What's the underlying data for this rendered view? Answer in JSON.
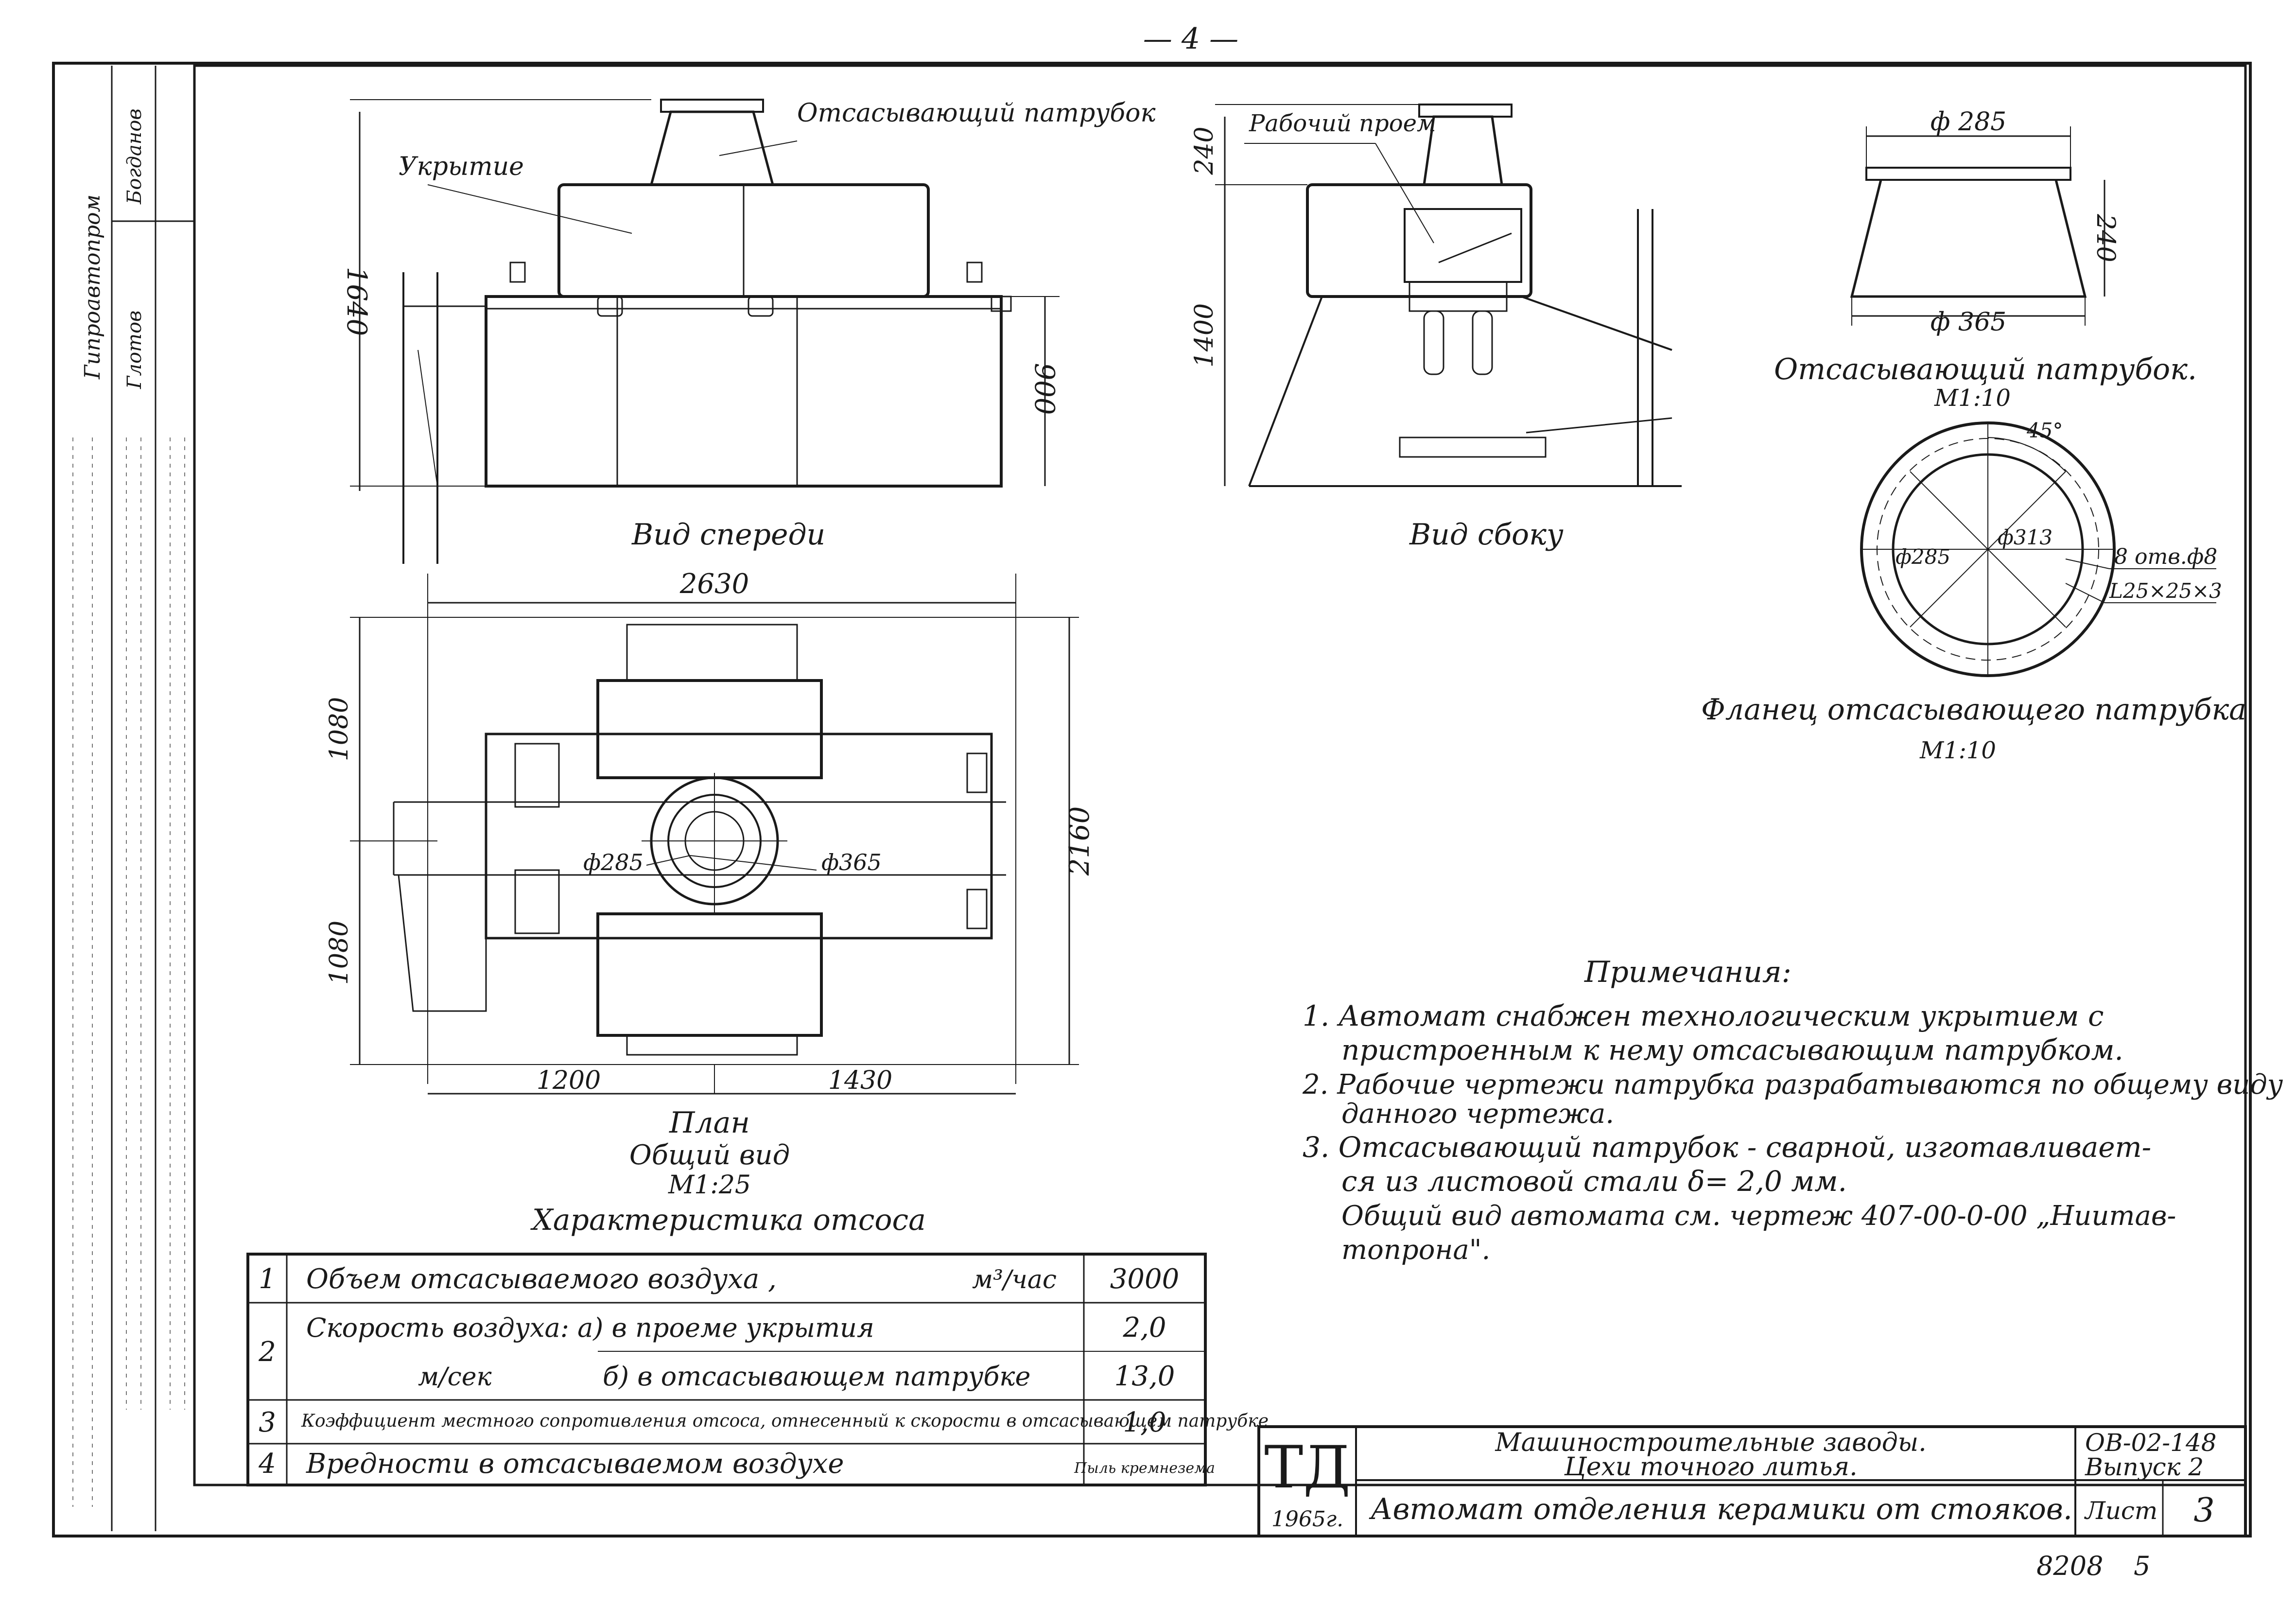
{
  "page_number": "— 4 —",
  "views": {
    "front": {
      "title": "Вид спереди",
      "label_cover": "Укрытие",
      "label_outlet": "Отсасывающий патрубок",
      "dim_height_total": "1640",
      "dim_height_body": "900"
    },
    "side": {
      "title": "Вид сбоку",
      "label_opening": "Рабочий проем",
      "dim_top": "240",
      "dim_height": "1400"
    },
    "plan": {
      "title": "План",
      "subtitle": "Общий вид",
      "scale": "М1:25",
      "dim_width": "2630",
      "dim_depth_total": "2160",
      "dim_upper": "1080",
      "dim_lower": "1080",
      "dim_left": "1200",
      "dim_right": "1430",
      "dim_d_inner": "ф285",
      "dim_d_outer": "ф365"
    },
    "outlet_detail": {
      "title": "Отсасывающий патрубок.",
      "scale": "М1:10",
      "dim_top": "ф 285",
      "dim_bottom": "ф 365",
      "dim_height": "240"
    },
    "flange_detail": {
      "title": "Фланец отсасывающего патрубка",
      "scale": "М1:10",
      "dim_angle": "45°",
      "dim_d_inner": "ф285",
      "dim_d_bolt": "ф313",
      "note_holes": "8 отв.ф8",
      "note_angle": "L25×25×3"
    }
  },
  "notes": {
    "heading": "Примечания:",
    "lines": [
      "1. Автомат снабжен технологическим укрытием с",
      "пристроенным к нему отсасывающим патрубком.",
      "2. Рабочие чертежи патрубка разрабатываются по общему виду",
      "данного чертежа.",
      "3. Отсасывающий патрубок - сварной, изготавливает-",
      "ся из листовой стали δ= 2,0 мм.",
      "Общий вид автомата см. чертеж 407-00-0-00 „Ниитав-",
      "топрона\"."
    ]
  },
  "table": {
    "title": "Характеристика отсоса",
    "rows": [
      {
        "num": "1",
        "label": "Объем отсасываемого воздуха ,",
        "unit": "м³/час",
        "value": "3000"
      },
      {
        "num": "2",
        "label": "Скорость воздуха: а) в проеме укрытия",
        "unit": "м/сек",
        "value": "2,0",
        "label2": "б) в отсасывающем патрубке",
        "value2": "13,0"
      },
      {
        "num": "3",
        "label": "Коэффициент местного сопротивления отсоса, отнесенный к скорости в отсасывающем патрубке",
        "unit": "",
        "value": "1,0"
      },
      {
        "num": "4",
        "label": "Вредности в отсасываемом воздухе",
        "unit": "",
        "value": "Пыль кремнезема"
      }
    ]
  },
  "title_block": {
    "logo": "ТД",
    "year": "1965г.",
    "line1": "Машиностроительные заводы.",
    "line2": "Цехи точного литья.",
    "main_title": "Автомат отделения керамики от стояков.",
    "code": "ОВ-02-148",
    "issue": "Выпуск 2",
    "sheet_label": "Лист",
    "sheet_number": "3",
    "footer_ref": "8208",
    "footer_page": "5"
  },
  "side_stamp": {
    "org": "Гипроавтопром",
    "names": [
      "Богданов",
      "Глотов"
    ]
  }
}
